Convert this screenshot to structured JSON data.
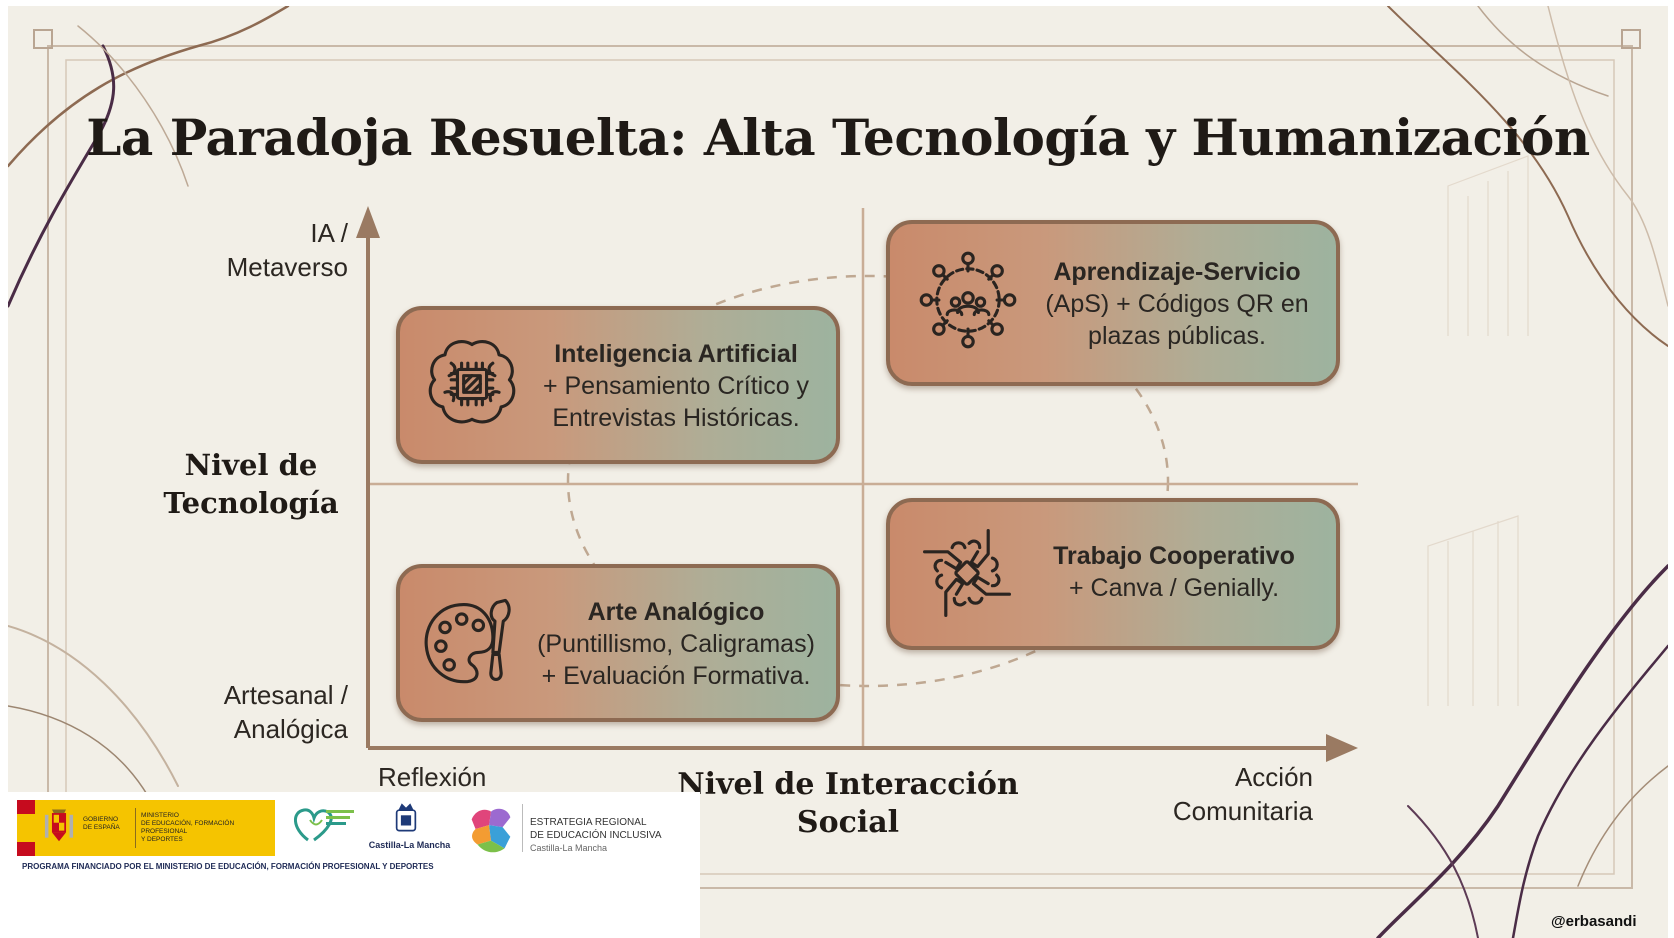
{
  "title": "La Paradoja Resuelta: Alta Tecnología y Humanización",
  "y_axis": {
    "title_line1": "Nivel de",
    "title_line2": "Tecnología",
    "top_line1": "IA /",
    "top_line2": "Metaverso",
    "bottom_line1": "Artesanal /",
    "bottom_line2": "Analógica"
  },
  "x_axis": {
    "title": "Nivel de Interacción Social",
    "left": "Reflexión",
    "right_line1": "Acción",
    "right_line2": "Comunitaria"
  },
  "quadrants": [
    {
      "title": "Inteligencia Artificial",
      "line2": "+ Pensamiento Crítico y",
      "line3": "Entrevistas Históricas.",
      "icon": "brain-chip-icon"
    },
    {
      "title": "Aprendizaje-Servicio",
      "line2": "(ApS) + Códigos QR en",
      "line3": "plazas públicas.",
      "icon": "community-network-icon"
    },
    {
      "title": "Arte Analógico",
      "line2": "(Puntillismo, Caligramas)",
      "line3": "+ Evaluación Formativa.",
      "icon": "palette-brush-icon"
    },
    {
      "title": "Trabajo Cooperativo",
      "line2": "+ Canva / Genially.",
      "icon": "joined-hands-icon"
    }
  ],
  "footer": {
    "gov_line1": "GOBIERNO",
    "gov_line2": "DE ESPAÑA",
    "ministry_line1": "MINISTERIO",
    "ministry_line2": "DE EDUCACIÓN, FORMACIÓN PROFESIONAL",
    "ministry_line3": "Y DEPORTES",
    "clm_name": "Castilla-La Mancha",
    "strategy_line1": "ESTRATEGIA REGIONAL",
    "strategy_line2": "DE EDUCACIÓN INCLUSIVA",
    "strategy_line3": "Castilla-La Mancha",
    "program": "PROGRAMA FINANCIADO POR EL MINISTERIO DE EDUCACIÓN, FORMACIÓN PROFESIONAL Y DEPORTES"
  },
  "handle": "@erbasandi",
  "colors": {
    "accent": "#8d6a52",
    "background": "#f2efe7",
    "card_left": "#c98a6b",
    "card_right": "#9db39f",
    "gov_yellow": "#f5c400"
  }
}
